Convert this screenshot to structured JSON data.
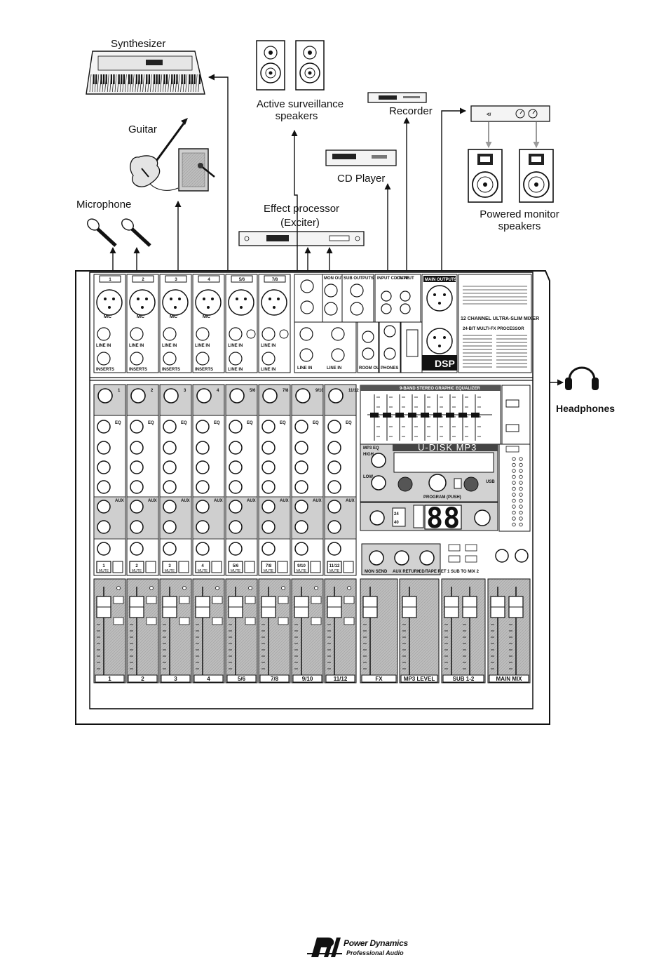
{
  "labels": {
    "synthesizer": "Synthesizer",
    "active_speakers_line1": "Active surveillance",
    "active_speakers_line2": "speakers",
    "recorder": "Recorder",
    "guitar": "Guitar",
    "cd_player": "CD Player",
    "microphone": "Microphone",
    "effect_processor_line1": "Effect processor",
    "effect_processor_line2": "(Exciter)",
    "powered_monitor_line1": "Powered monitor",
    "powered_monitor_line2": "speakers",
    "headphones": "Headphones"
  },
  "mixer": {
    "channel_numbers": [
      "1",
      "2",
      "3",
      "4",
      "5/6",
      "7/8",
      "9/10",
      "11/12"
    ],
    "line_in": "LINE IN",
    "inserts": "INSERTS",
    "mic": "MIC",
    "aux_label": "AUX",
    "eq_label": "EQ",
    "mute": "MUTE",
    "mon_out": "MON OUT",
    "sub_outputs": "SUB OUTPUTS",
    "input_cd_tape": "INPUT CD/TAPE",
    "output": "OUTPUT",
    "main_outputs": "MAIN OUTPUTS",
    "room_out": "ROOM OUT",
    "phones": "PHONES",
    "dsp": "DSP",
    "model_title": "12 CHANNEL ULTRA-SLIM MIXER",
    "fx_title": "24-BIT MULTI-FX PROCESSOR",
    "graphic_eq_title": "9-BAND STEREO GRAPHIC EQUALIZER",
    "mp3_eq": "MP3 EQ",
    "high": "HIGH",
    "low": "LOW",
    "udisk": "U-DISK MP3",
    "program_push": "PROGRAM (PUSH)",
    "usb": "USB",
    "display_value": "88",
    "bit_badge_top": "24",
    "bit_badge_bottom": "40",
    "mon_send": "MON SEND",
    "aux_return": "AUX RETURN",
    "cd_tape_ret": "CD/TAPE RET",
    "sub_to_mix": "1 SUB TO MIX 2",
    "bottom_strips": [
      "1",
      "2",
      "3",
      "4",
      "5/6",
      "7/8",
      "9/10",
      "11/12",
      "FX",
      "MP3 LEVEL",
      "SUB 1-2",
      "MAIN MIX"
    ]
  },
  "brand": {
    "name": "Power Dynamics",
    "tagline": "Professional Audio"
  }
}
